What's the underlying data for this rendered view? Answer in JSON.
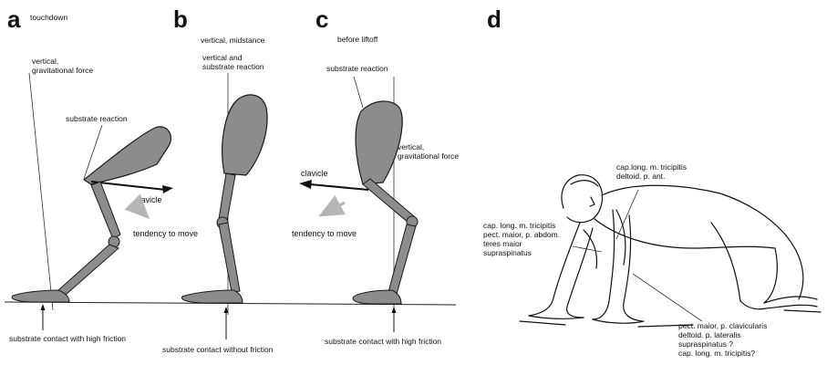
{
  "panels": {
    "a": {
      "letter": "a",
      "caption": "touchdown",
      "vertical_force": [
        "vertical,",
        "gravitational force"
      ],
      "substrate_reaction": "substrate reaction",
      "clavicle": "clavicle",
      "tendency": "tendency to move",
      "contact": "substrate contact with high friction"
    },
    "b": {
      "letter": "b",
      "caption": "vertical, midstance",
      "vertical_substrate": [
        "vertical and",
        "substrate reaction"
      ],
      "contact": "substrate contact without friction"
    },
    "c": {
      "letter": "c",
      "caption": "before liftoff",
      "substrate_reaction": "substrate reaction",
      "vertical_force": [
        "vertical,",
        "gravitational force"
      ],
      "clavicle": "clavicle",
      "tendency": "tendency to move",
      "contact": "substrate contact with high friction"
    },
    "d": {
      "letter": "d",
      "label_top": [
        "cap.long. m. tricipitis",
        "deltoid. p. ant."
      ],
      "label_left": [
        "cap. long. m. tricipitis",
        "pect. maior, p. abdom.",
        "teres maior",
        "supraspinatus"
      ],
      "label_bottom": [
        "pect. maior, p. clavicularis",
        "deltoid. p. lateralis",
        "supraspinatus ?",
        "cap. long. m. tricipitis?"
      ]
    }
  },
  "colors": {
    "bone": "#8c8c8c",
    "outline": "#1a1a1a",
    "arrow_gray": "#b5b5b5"
  }
}
